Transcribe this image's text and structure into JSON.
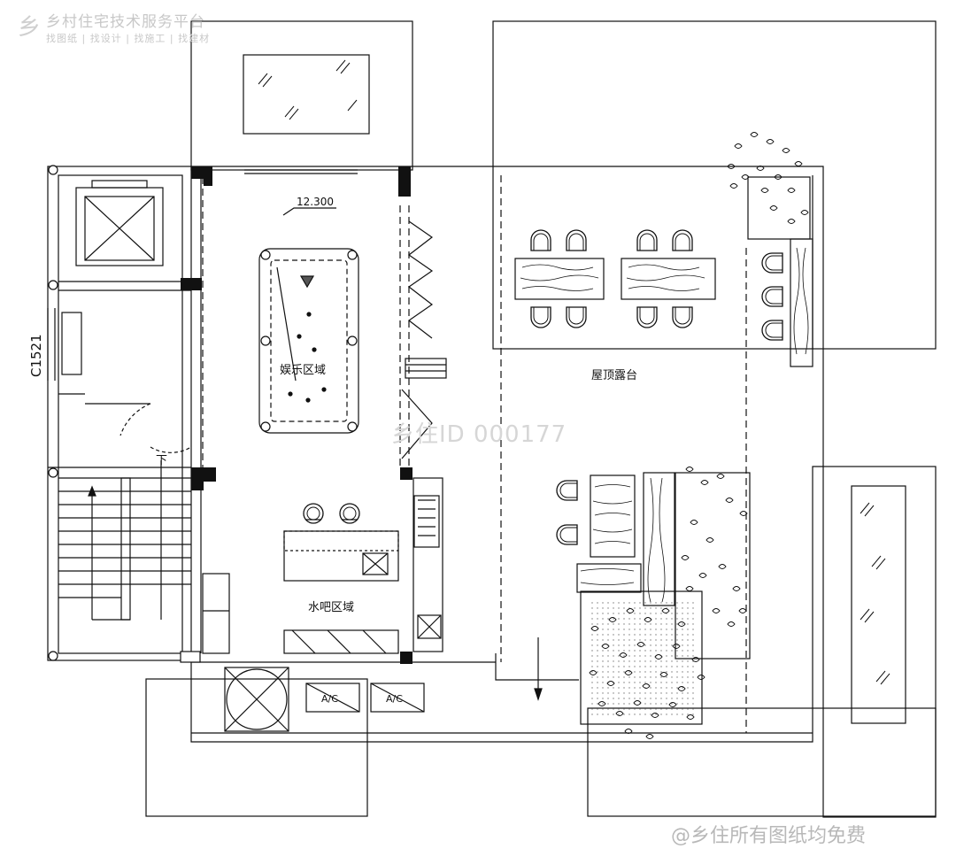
{
  "watermark": {
    "logo": "乡",
    "title": "乡村住宅技术服务平台",
    "subtitle": "找图纸 | 找设计 | 找施工 | 找建材",
    "center_id": "乡住ID 000177",
    "footer": "@乡住所有图纸均免费"
  },
  "plan": {
    "elevation": "12.300",
    "window_code": "C1521",
    "rooms": {
      "entertainment": "娱乐区域",
      "water_bar": "水吧区域",
      "roof_terrace": "屋顶露台"
    },
    "stair_label": "下",
    "ac_label_1": "A/C",
    "ac_label_2": "A/C"
  },
  "colors": {
    "line": "#111111",
    "watermark": "#c8c8c8"
  }
}
